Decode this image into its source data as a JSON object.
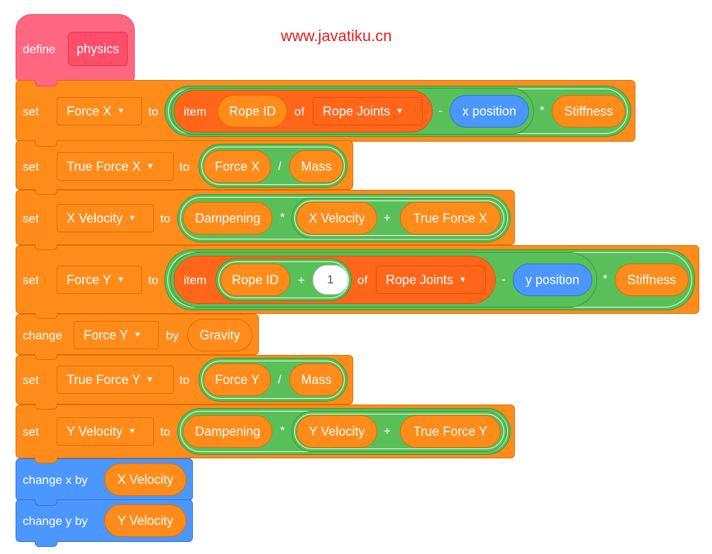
{
  "watermark": "www.javatiku.cn",
  "define": {
    "keyword": "define",
    "name": "physics"
  },
  "b1": {
    "set": "set",
    "var": "Force X",
    "to": "to",
    "item": "item",
    "idx": "Rope ID",
    "of": "of",
    "list": "Rope Joints",
    "minus": "-",
    "pos": "x position",
    "times": "*",
    "k": "Stiffness"
  },
  "b2": {
    "set": "set",
    "var": "True Force X",
    "to": "to",
    "a": "Force X",
    "op": "/",
    "b": "Mass"
  },
  "b3": {
    "set": "set",
    "var": "X Velocity",
    "to": "to",
    "a": "Dampening",
    "times": "*",
    "b": "X Velocity",
    "plus": "+",
    "c": "True Force X"
  },
  "b4": {
    "set": "set",
    "var": "Force Y",
    "to": "to",
    "item": "item",
    "idx": "Rope ID",
    "plus": "+",
    "one": "1",
    "of": "of",
    "list": "Rope Joints",
    "minus": "-",
    "pos": "y position",
    "times": "*",
    "k": "Stiffness"
  },
  "b5": {
    "change": "change",
    "var": "Force Y",
    "by": "by",
    "val": "Gravity"
  },
  "b6": {
    "set": "set",
    "var": "True Force Y",
    "to": "to",
    "a": "Force Y",
    "op": "/",
    "b": "Mass"
  },
  "b7": {
    "set": "set",
    "var": "Y Velocity",
    "to": "to",
    "a": "Dampening",
    "times": "*",
    "b": "Y Velocity",
    "plus": "+",
    "c": "True Force Y"
  },
  "b8": {
    "label": "change x by",
    "val": "X Velocity"
  },
  "b9": {
    "label": "change y by",
    "val": "Y Velocity"
  },
  "icons": {
    "dropdown": "dropdown-caret-icon"
  },
  "colors": {
    "events_pink": "#ff6680",
    "variables_orange": "#ff8c1a",
    "list_orange": "#ff661a",
    "operators_green": "#59c059",
    "motion_blue": "#4c97ff"
  }
}
